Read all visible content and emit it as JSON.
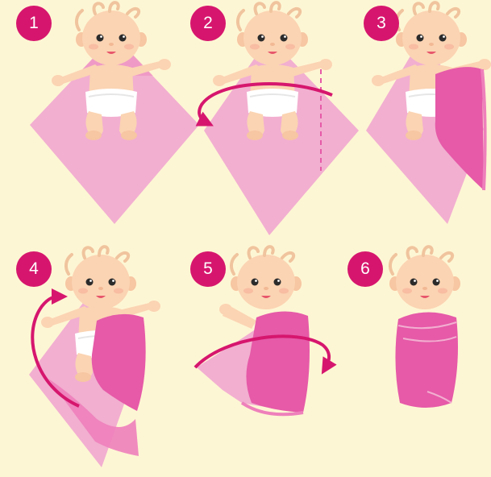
{
  "colors": {
    "background": "#fdf6d4",
    "badge": "#d6166e",
    "blanket_light": "#f2afd0",
    "blanket_dark": "#e65aa8",
    "blanket_mid": "#ee80bb",
    "arrow": "#d6166e",
    "skin": "#fbd4b3",
    "skin_shadow": "#f2b894",
    "hair": "#f6cfae",
    "diaper": "#ffffff",
    "eye": "#2b2b2b",
    "mouth": "#e7566b"
  },
  "steps": [
    {
      "number": "1",
      "icon": "baby-on-blanket-icon"
    },
    {
      "number": "2",
      "icon": "fold-right-corner-icon"
    },
    {
      "number": "3",
      "icon": "right-corner-folded-icon"
    },
    {
      "number": "4",
      "icon": "fold-bottom-corner-icon"
    },
    {
      "number": "5",
      "icon": "fold-left-corner-icon"
    },
    {
      "number": "6",
      "icon": "swaddled-baby-icon"
    }
  ]
}
